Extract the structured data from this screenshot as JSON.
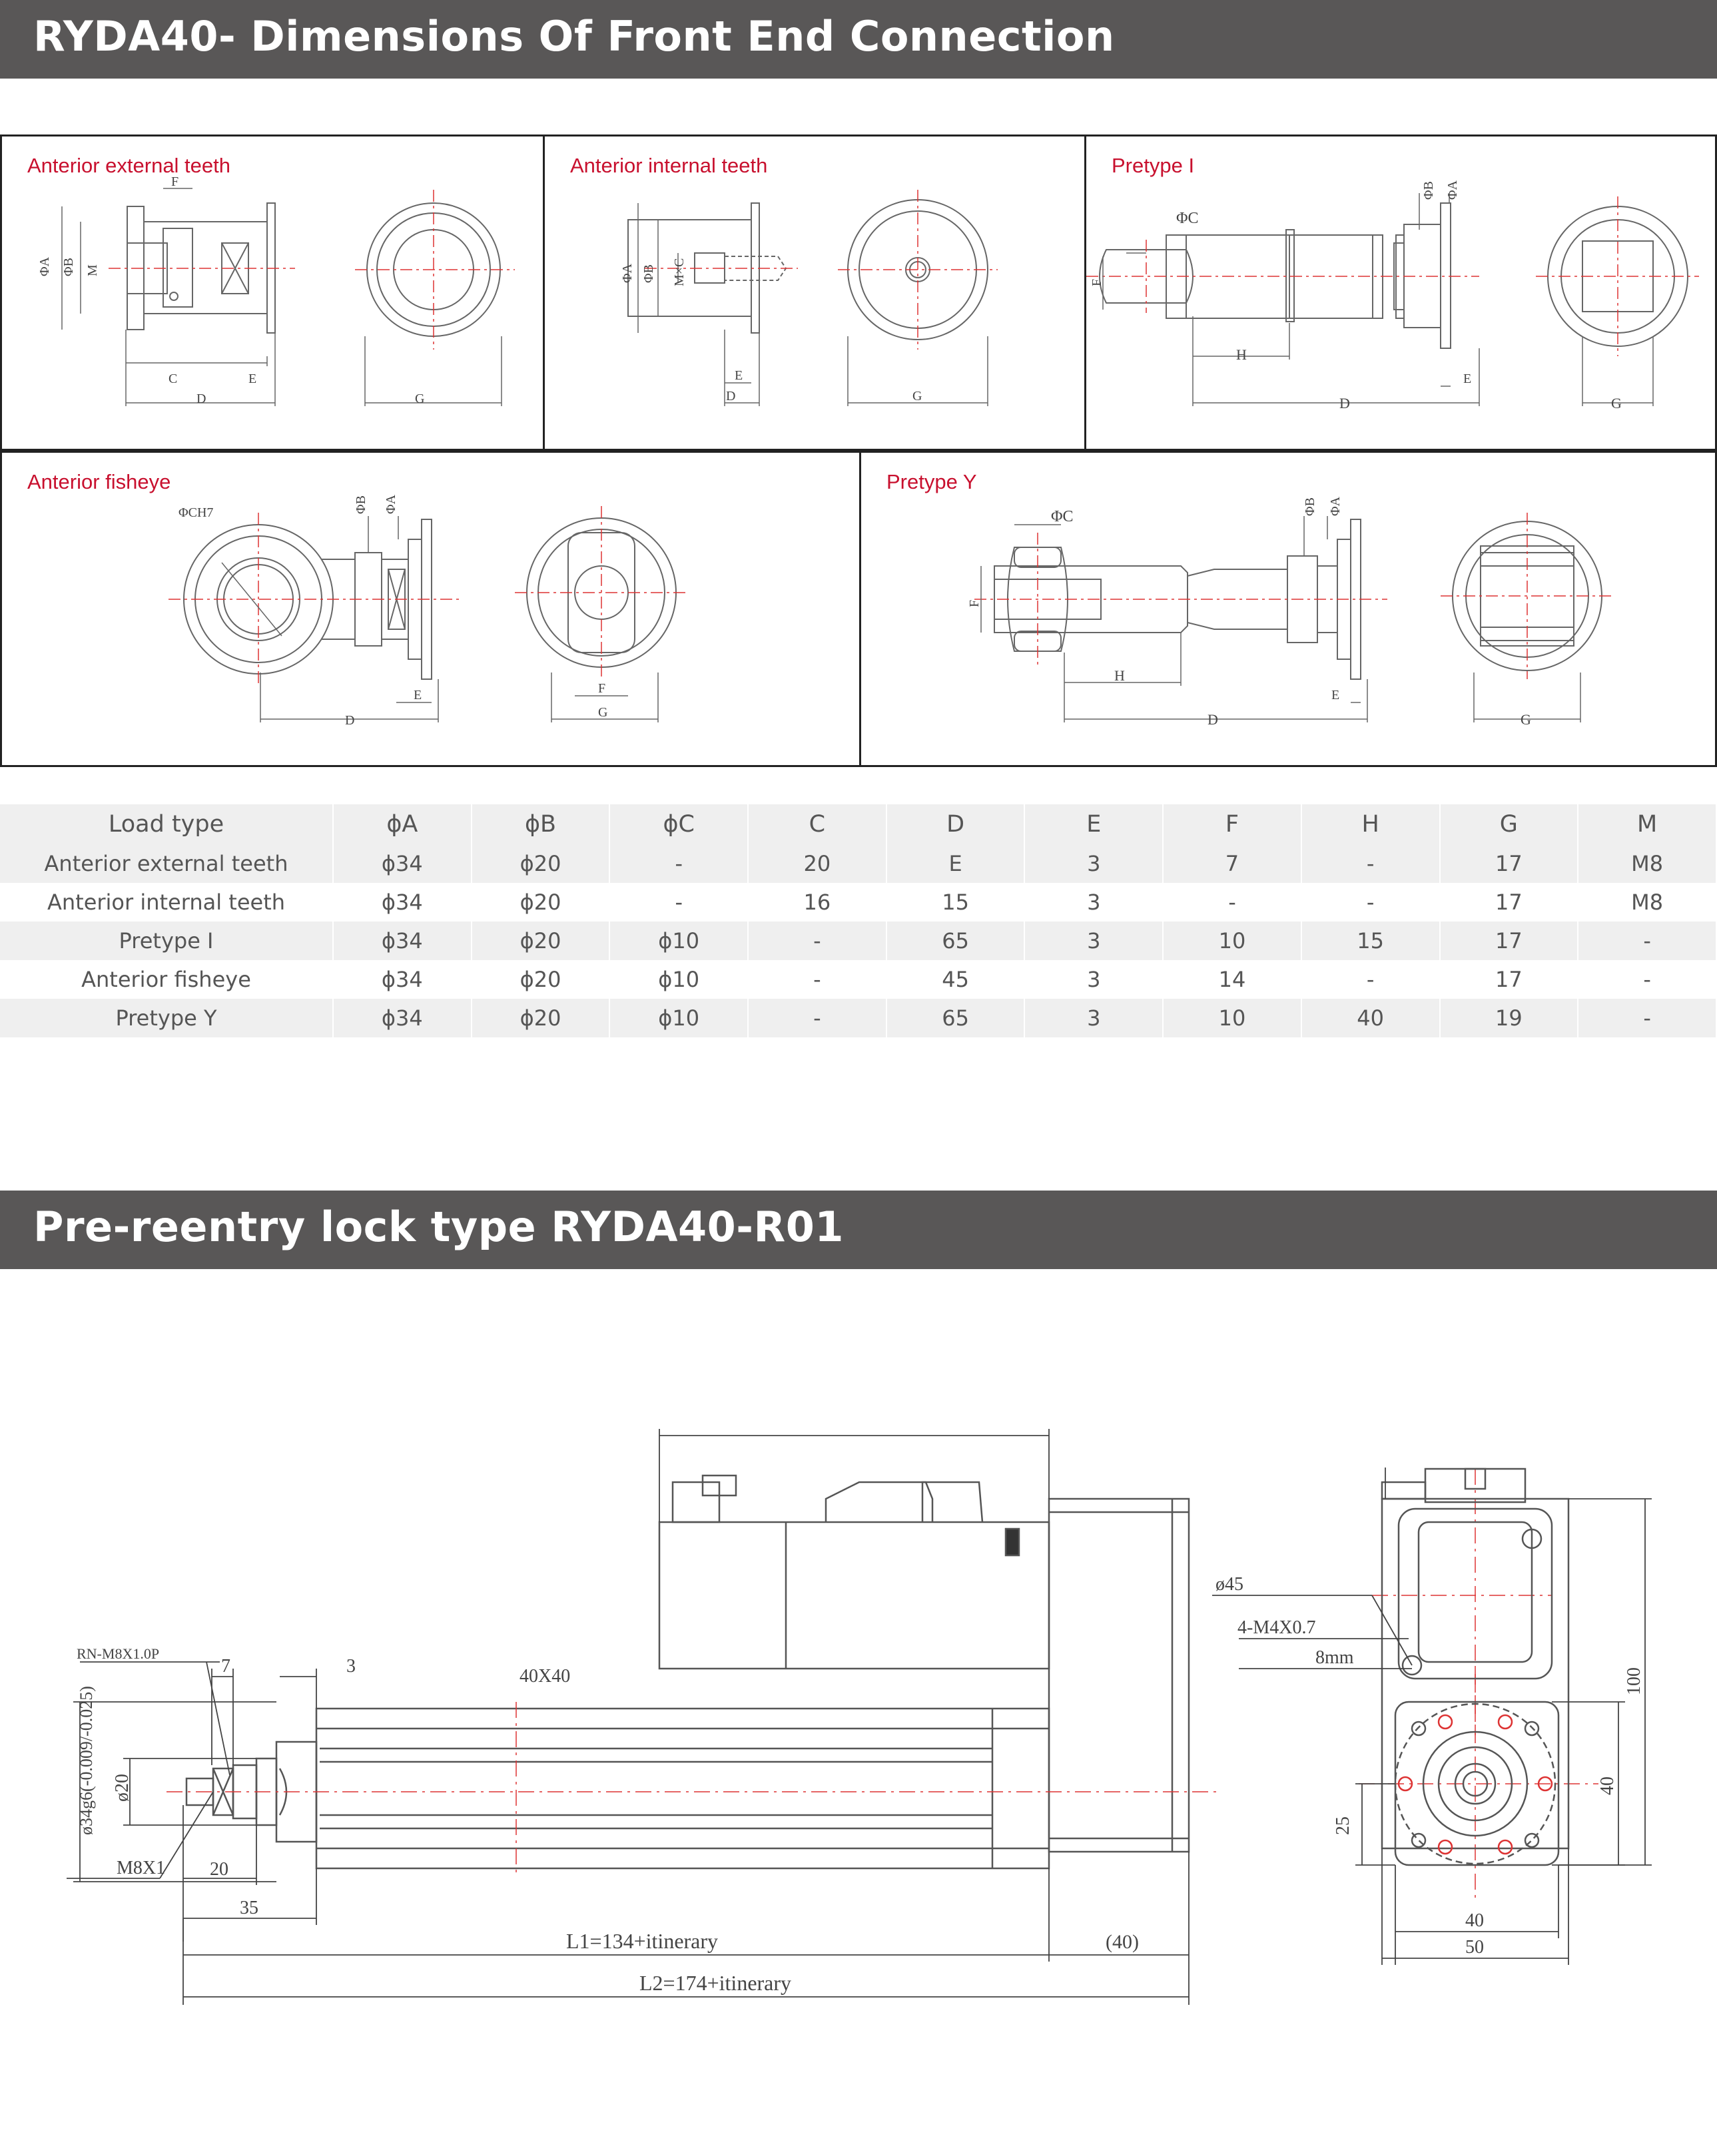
{
  "section1": {
    "title": "RYDA40- Dimensions Of Front End Connection"
  },
  "panels": {
    "p1": {
      "title": "Anterior external teeth"
    },
    "p2": {
      "title": "Anterior internal teeth"
    },
    "p3": {
      "title": "Pretype I"
    },
    "p4": {
      "title": "Anterior fisheye"
    },
    "p5": {
      "title": "Pretype Y"
    }
  },
  "dim_labels": {
    "phiA": "ΦA",
    "phiB": "ΦB",
    "phiC": "ΦC",
    "phiCH7": "ΦCH7",
    "M": "M",
    "MC": "M×C",
    "C": "C",
    "D": "D",
    "E": "E",
    "F": "F",
    "G": "G",
    "H": "H"
  },
  "table": {
    "headers": [
      "Load type",
      "ϕA",
      "ϕB",
      "ϕC",
      "C",
      "D",
      "E",
      "F",
      "H",
      "G",
      "M"
    ],
    "rows": [
      [
        "Anterior external teeth",
        "ϕ34",
        "ϕ20",
        "-",
        "20",
        "E",
        "3",
        "7",
        "-",
        "17",
        "M8"
      ],
      [
        "Anterior internal teeth",
        "ϕ34",
        "ϕ20",
        "-",
        "16",
        "15",
        "3",
        "-",
        "-",
        "17",
        "M8"
      ],
      [
        "Pretype I",
        "ϕ34",
        "ϕ20",
        "ϕ10",
        "-",
        "65",
        "3",
        "10",
        "15",
        "17",
        "-"
      ],
      [
        "Anterior fisheye",
        "ϕ34",
        "ϕ20",
        "ϕ10",
        "-",
        "45",
        "3",
        "14",
        "-",
        "17",
        "-"
      ],
      [
        "Pretype Y",
        "ϕ34",
        "ϕ20",
        "ϕ10",
        "-",
        "65",
        "3",
        "10",
        "40",
        "19",
        "-"
      ]
    ]
  },
  "section2": {
    "title": "Pre-reentry lock type RYDA40-R01"
  },
  "drawing": {
    "rod_end": "RN-M8X1.0P",
    "d7": "7",
    "d3": "3",
    "profile": "40X40",
    "d34": "ø34g6(-0.009/-0.025)",
    "d20": "ø20",
    "m8": "M8X1",
    "d20h": "20",
    "d35": "35",
    "L1": "L1=134+itinerary",
    "d40p": "(40)",
    "L2": "L2=174+itinerary",
    "phi45": "ø45",
    "holes": "4-M4X0.7",
    "depth": "8mm",
    "d100": "100",
    "d40v": "40",
    "d25": "25",
    "d40h": "40",
    "d50": "50"
  }
}
